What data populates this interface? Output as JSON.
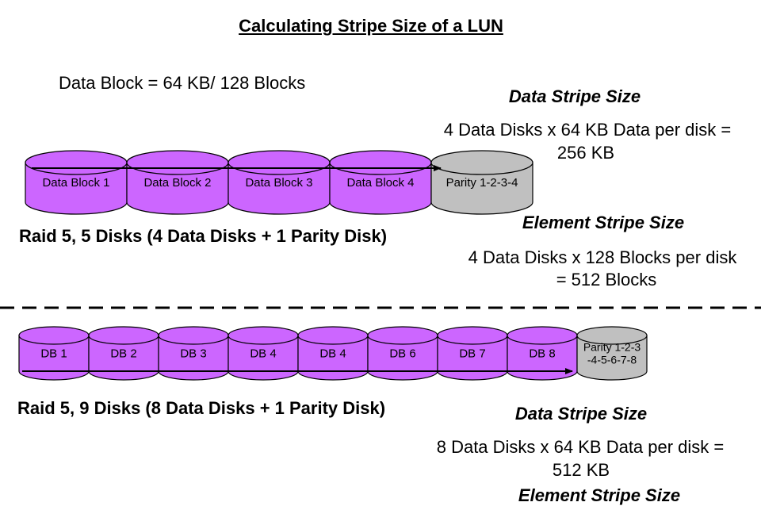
{
  "title": "Calculating Stripe Size of a LUN",
  "data_block_note": "Data Block = 64 KB/ 128 Blocks",
  "colors": {
    "data_disk": "#cc66ff",
    "parity_disk": "#c0c0c0",
    "outline": "#000000"
  },
  "raid5_5": {
    "disks": [
      "Data Block 1",
      "Data Block 2",
      "Data Block 3",
      "Data Block 4"
    ],
    "parity": [
      "Parity 1-2-3-4"
    ],
    "caption": "Raid 5, 5 Disks (4 Data Disks + 1 Parity Disk)",
    "data_stripe_heading": "Data Stripe Size",
    "data_stripe_line1": "4 Data Disks x 64 KB Data per disk =",
    "data_stripe_line2": "256 KB",
    "element_stripe_heading": "Element Stripe Size",
    "element_stripe_line1": "4 Data Disks x 128 Blocks per disk",
    "element_stripe_line2": "= 512 Blocks"
  },
  "raid5_9": {
    "disks": [
      "DB 1",
      "DB 2",
      "DB 3",
      "DB 4",
      "DB 4",
      "DB 6",
      "DB 7",
      "DB 8"
    ],
    "parity": [
      "Parity 1-2-3",
      "-4-5-6-7-8"
    ],
    "caption": "Raid 5, 9 Disks (8 Data Disks + 1 Parity Disk)",
    "data_stripe_heading": "Data Stripe Size",
    "data_stripe_line1": "8 Data Disks x 64 KB Data per disk =",
    "data_stripe_line2": "512 KB",
    "element_stripe_heading": "Element Stripe Size"
  }
}
